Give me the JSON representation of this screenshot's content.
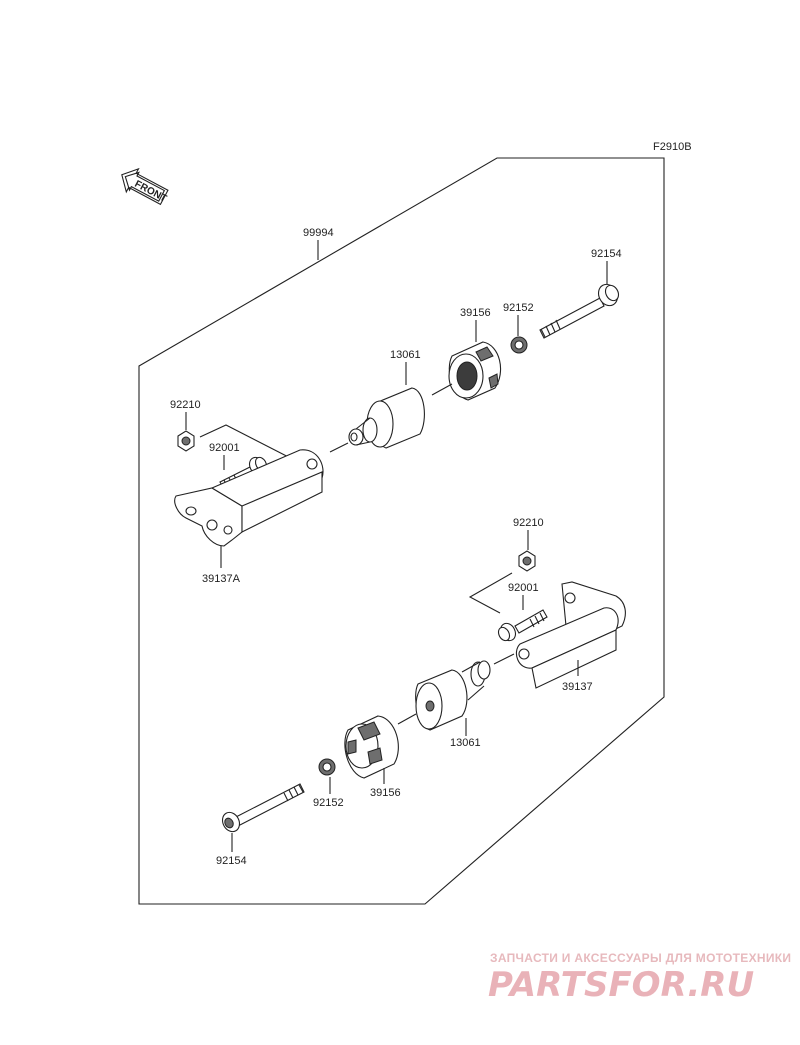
{
  "figure_code": "F2910B",
  "front_arrow_label": "FRONT",
  "labels": {
    "kit": "99994",
    "nut_upper": "92210",
    "bolt_upper": "92001",
    "bracket_left": "39137A",
    "collar_upper": "13061",
    "slider_upper": "39156",
    "washer_upper": "92152",
    "long_bolt_upper": "92154",
    "nut_lower": "92210",
    "bolt_lower": "92001",
    "bracket_right": "39137",
    "collar_lower": "13061",
    "slider_lower": "39156",
    "washer_lower": "92152",
    "long_bolt_lower": "92154"
  },
  "watermark": {
    "tagline": "ЗАПЧАСТИ И АКСЕССУАРЫ ДЛЯ МОТОТЕХНИКИ",
    "logo": "PARTSFOR.RU"
  }
}
